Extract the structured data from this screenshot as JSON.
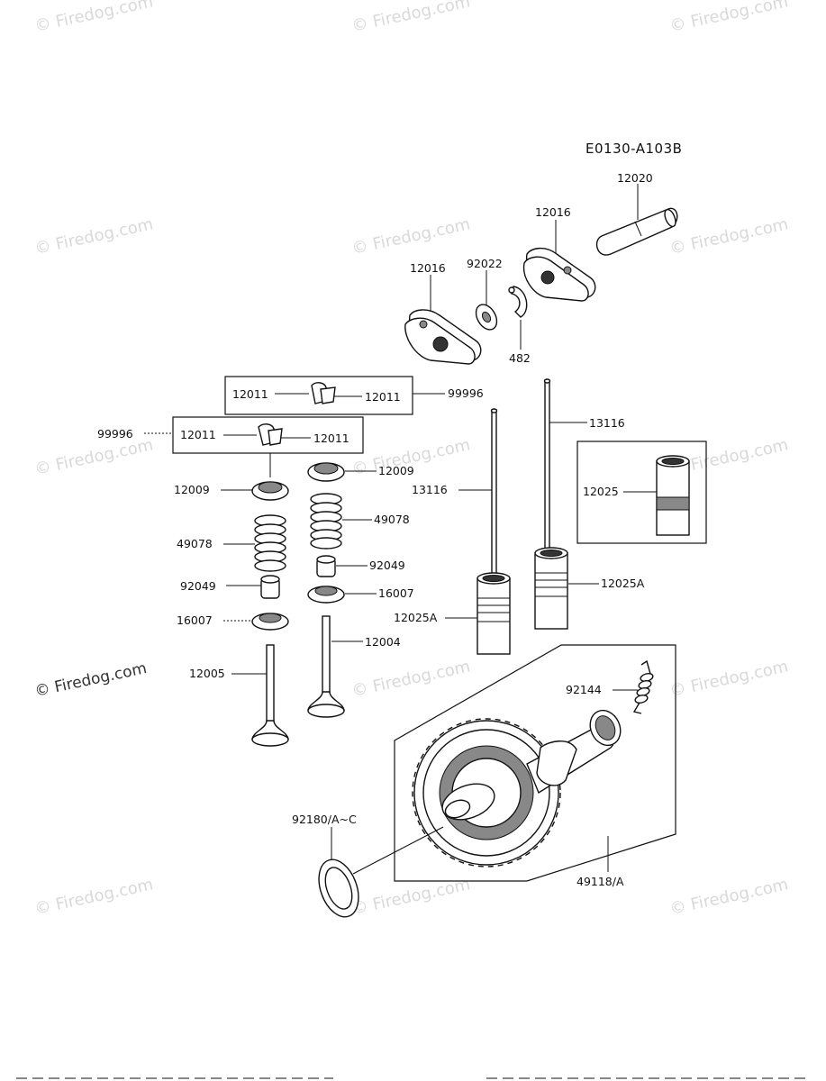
{
  "diagram": {
    "code": "E0130-A103B",
    "watermark": "© Firedog.com",
    "parts": {
      "p12020": "12020",
      "p12016a": "12016",
      "p12016b": "12016",
      "p92022": "92022",
      "p482": "482",
      "p12011a": "12011",
      "p12011b": "12011",
      "p99996a": "99996",
      "p12011c": "12011",
      "p12011d": "12011",
      "p99996b": "99996",
      "p13116a": "13116",
      "p12009a": "12009",
      "p12009b": "12009",
      "p13116b": "13116",
      "p12025": "12025",
      "p49078a": "49078",
      "p49078b": "49078",
      "p92049a": "92049",
      "p92049b": "92049",
      "p16007a": "16007",
      "p16007b": "16007",
      "p12025Aa": "12025A",
      "p12025Ab": "12025A",
      "p12004": "12004",
      "p12005": "12005",
      "p92144": "92144",
      "p92180": "92180/A~C",
      "p49118": "49118/A"
    }
  }
}
